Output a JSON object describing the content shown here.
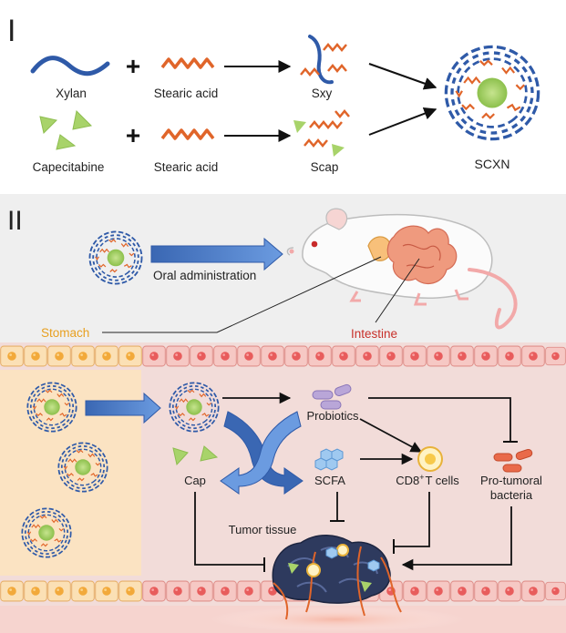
{
  "panel_one": {
    "numeral": "I",
    "xylan": "Xylan",
    "stearic_acid_top": "Stearic acid",
    "sxy": "Sxy",
    "capecitabine": "Capecitabine",
    "stearic_acid_bottom": "Stearic acid",
    "scap": "Scap",
    "scxn": "SCXN",
    "plus": "+"
  },
  "panel_two": {
    "numeral": "II",
    "oral": "Oral administration",
    "stomach": "Stomach",
    "intestine": "Intestine",
    "probiotics": "Probiotics",
    "cap": "Cap",
    "scfa": "SCFA",
    "cd8_prefix": "CD8",
    "cd8_sup": "+",
    "cd8_suffix": "T cells",
    "pro_tumoral_1": "Pro-tumoral",
    "pro_tumoral_2": "bacteria",
    "tumor_tissue": "Tumor tissue"
  },
  "colors": {
    "xylan_blue": "#2f5aa8",
    "stearic_orange": "#e0652a",
    "drug_green": "#a8d36a",
    "arrow_blue": "#4f81c7",
    "stomach_label": "#e8a020",
    "intestine_label": "#c8302a",
    "stomach_bg": "#fbe3c2",
    "intestine_bg": "#f2dcd9"
  }
}
